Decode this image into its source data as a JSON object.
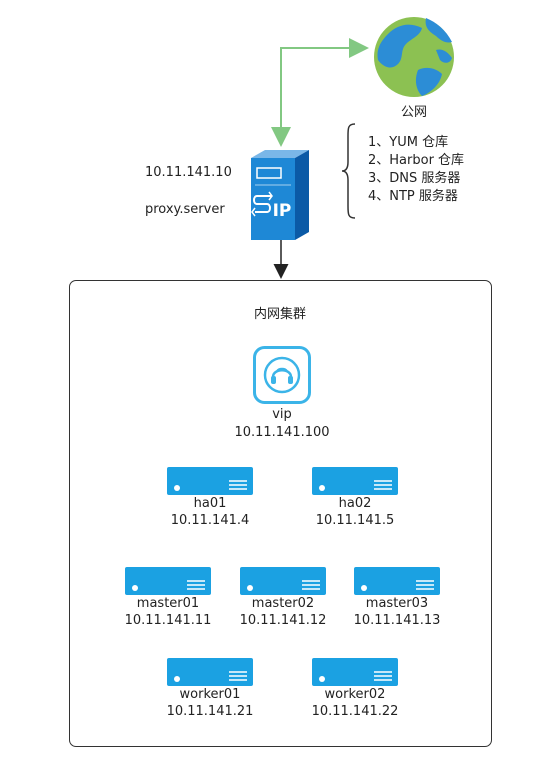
{
  "internet": {
    "label": "公网",
    "icon": "globe-icon"
  },
  "proxy": {
    "ip": "10.11.141.10",
    "hostname": "proxy.server",
    "icon": "ip-server-icon",
    "icon_text": "IP",
    "services": [
      "1、YUM 仓库",
      "2、Harbor 仓库",
      "3、DNS 服务器",
      "4、NTP 服务器"
    ]
  },
  "cluster": {
    "title": "内网集群",
    "vip": {
      "name": "vip",
      "ip": "10.11.141.100",
      "icon": "headset-icon"
    },
    "nodes": [
      {
        "name": "ha01",
        "ip": "10.11.141.4"
      },
      {
        "name": "ha02",
        "ip": "10.11.141.5"
      },
      {
        "name": "master01",
        "ip": "10.11.141.11"
      },
      {
        "name": "master02",
        "ip": "10.11.141.12"
      },
      {
        "name": "master03",
        "ip": "10.11.141.13"
      },
      {
        "name": "worker01",
        "ip": "10.11.141.21"
      },
      {
        "name": "worker02",
        "ip": "10.11.141.22"
      }
    ]
  },
  "colors": {
    "green_line": "#82c882",
    "server_blue": "#1ba1e2",
    "vip_blue": "#3bb4e8",
    "ip_server_dark": "#0b5aa6",
    "ip_server_light": "#1e88d6"
  }
}
